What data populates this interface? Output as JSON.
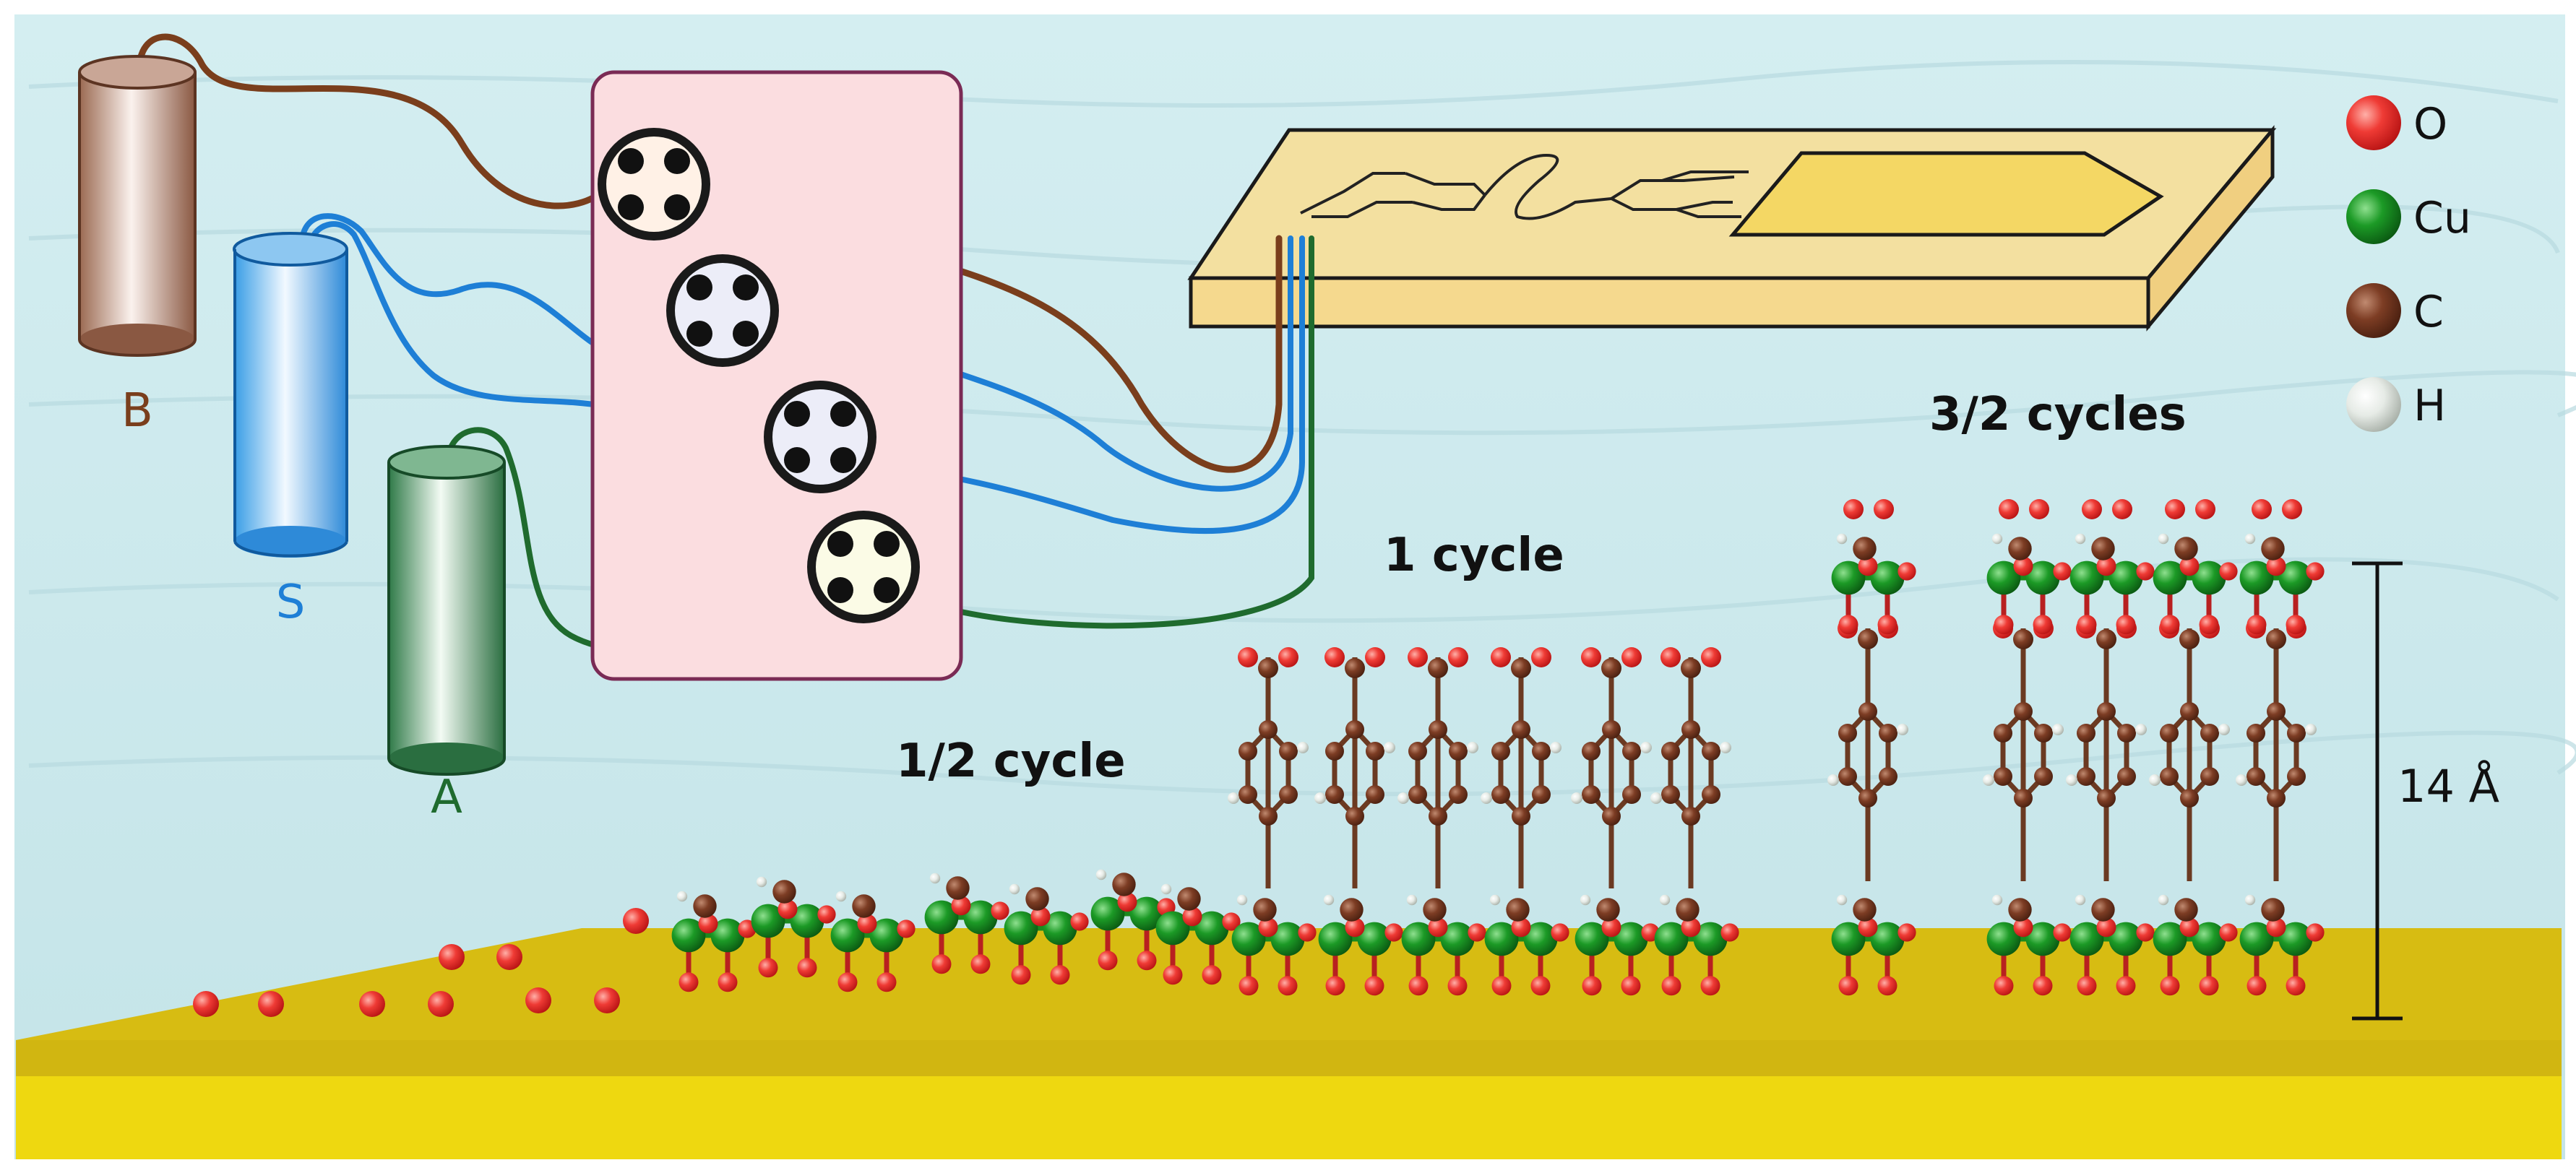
{
  "reservoirs": [
    {
      "id": "B",
      "label": "B",
      "color": "#7a3e1c"
    },
    {
      "id": "S",
      "label": "S",
      "color": "#1e7fd6"
    },
    {
      "id": "A",
      "label": "A",
      "color": "#1f6b2e"
    }
  ],
  "stages": {
    "half": "1/2 cycle",
    "one": "1 cycle",
    "three_half": "3/2 cycles"
  },
  "scale_bar": "14 Å",
  "legend": [
    {
      "symbol": "O",
      "color": "#e8292a"
    },
    {
      "symbol": "Cu",
      "color": "#158a1e"
    },
    {
      "symbol": "C",
      "color": "#7a3a22"
    },
    {
      "symbol": "H",
      "color": "#d8ddd8"
    }
  ],
  "colors": {
    "background": "#cfeaee",
    "valve_panel": "#fbdde0",
    "chip": "#f4df9c",
    "substrate_top": "#d8bb10",
    "substrate_front": "#e9d40f",
    "oxygen": "#e8292a",
    "copper": "#158a1e",
    "carbon": "#7a3a22",
    "hydrogen": "#f2f2ee"
  }
}
